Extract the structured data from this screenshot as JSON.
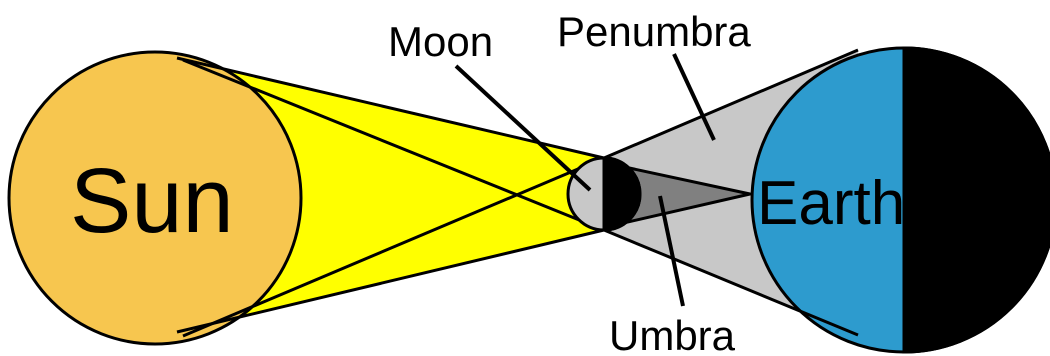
{
  "labels": {
    "sun": "Sun",
    "moon": "Moon",
    "earth": "Earth",
    "penumbra": "Penumbra",
    "umbra": "Umbra"
  },
  "colors": {
    "sun": "#f7c64f",
    "sunlight": "#ffff00",
    "penumbra": "#c8c8c8",
    "umbra": "#808080",
    "moon_lit": "#c8c8c8",
    "moon_dark": "#000000",
    "earth_day": "#2d9bce",
    "earth_night": "#000000",
    "outline": "#000000",
    "background": "#ffffff"
  }
}
